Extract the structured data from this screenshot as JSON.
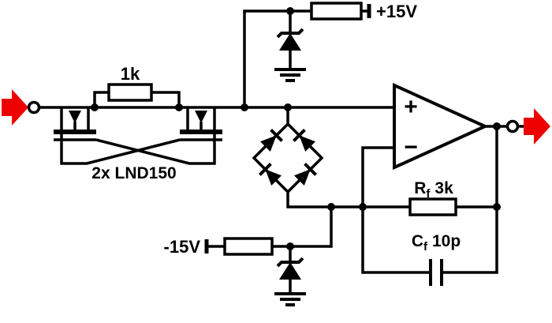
{
  "diagram": {
    "kind": "analog-circuit-schematic",
    "background_color": "#ffffff",
    "line_color": "#000000",
    "arrow_color": "#ed0000"
  },
  "labels": {
    "supply_pos": "+15V",
    "supply_neg": "-15V",
    "input_resistor": "1k",
    "fet_pair": "2x LND150",
    "rf_prefix": "R",
    "rf_sub": "f",
    "rf_value": "3k",
    "cf_prefix": "C",
    "cf_sub": "f",
    "cf_value": "10p",
    "opamp_plus": "+",
    "opamp_minus": "−"
  },
  "components": [
    {
      "id": "input-terminal",
      "type": "terminal",
      "icon": "red-arrow-right"
    },
    {
      "id": "protection-resistor",
      "type": "resistor",
      "value": "1k"
    },
    {
      "id": "fet-pair",
      "type": "depletion-mosfet-pair",
      "part": "2x LND150",
      "note": "cross-coupled gates"
    },
    {
      "id": "positive-supply",
      "type": "supply-rail",
      "value": "+15V",
      "series": "resistor",
      "clamp": "zener-to-ground"
    },
    {
      "id": "negative-supply",
      "type": "supply-rail",
      "value": "-15V",
      "series": "resistor",
      "clamp": "zener-to-ground"
    },
    {
      "id": "clamp-bridge",
      "type": "diode-bridge",
      "diode_count": 4
    },
    {
      "id": "opamp",
      "type": "op-amp",
      "noninverting_input": "signal line",
      "inverting_input": "feedback node"
    },
    {
      "id": "feedback-resistor",
      "type": "resistor",
      "value": "Rf 3k"
    },
    {
      "id": "feedback-capacitor",
      "type": "capacitor",
      "value": "Cf 10p"
    },
    {
      "id": "output-terminal",
      "type": "terminal",
      "icon": "red-arrow-right"
    }
  ]
}
